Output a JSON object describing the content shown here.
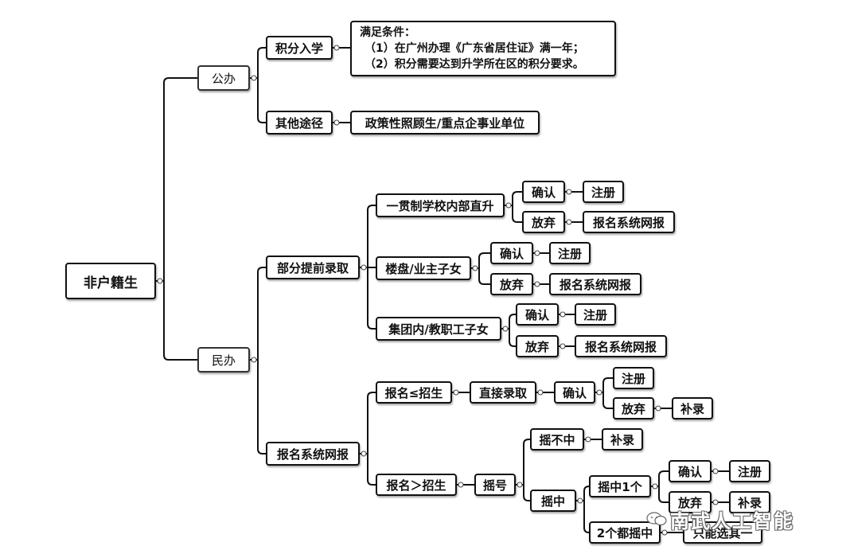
{
  "mindmap": {
    "root": "非户籍生",
    "gongban": {
      "label": "公办",
      "jifen": {
        "label": "积分入学",
        "condition": {
          "title": "满足条件：",
          "line1": "（1）在广州办理《广东省居住证》满一年；",
          "line2": "（2）积分需要达到升学所在区的积分要求。"
        }
      },
      "other": {
        "label": "其他途径",
        "policy": "政策性照顾生/重点企事业单位"
      }
    },
    "minban": {
      "label": "民办",
      "early": {
        "label": "部分提前录取",
        "yiguan": {
          "label": "一贯制学校内部直升",
          "confirm": "确认",
          "register": "注册",
          "abandon": "放弃",
          "online": "报名系统网报"
        },
        "loupan": {
          "label": "楼盘/业主子女",
          "confirm": "确认",
          "register": "注册",
          "abandon": "放弃",
          "online": "报名系统网报"
        },
        "jituan": {
          "label": "集团内/教职工子女",
          "confirm": "确认",
          "register": "注册",
          "abandon": "放弃",
          "online": "报名系统网报"
        }
      },
      "online": {
        "label": "报名系统网报",
        "le": {
          "label": "报名≤招生",
          "direct": "直接录取",
          "confirm": "确认",
          "register": "注册",
          "abandon": "放弃",
          "supplement": "补录"
        },
        "gt": {
          "label": "报名＞招生",
          "lottery": "摇号",
          "notwin": {
            "label": "摇不中",
            "supplement": "补录"
          },
          "win": {
            "label": "摇中",
            "one": {
              "label": "摇中1个",
              "confirm": "确认",
              "register": "注册",
              "abandon": "放弃",
              "supplement": "补录"
            },
            "two": {
              "label": "2个都摇中",
              "choose": "只能选其一"
            }
          }
        }
      }
    }
  },
  "watermark": "南武人工智能"
}
